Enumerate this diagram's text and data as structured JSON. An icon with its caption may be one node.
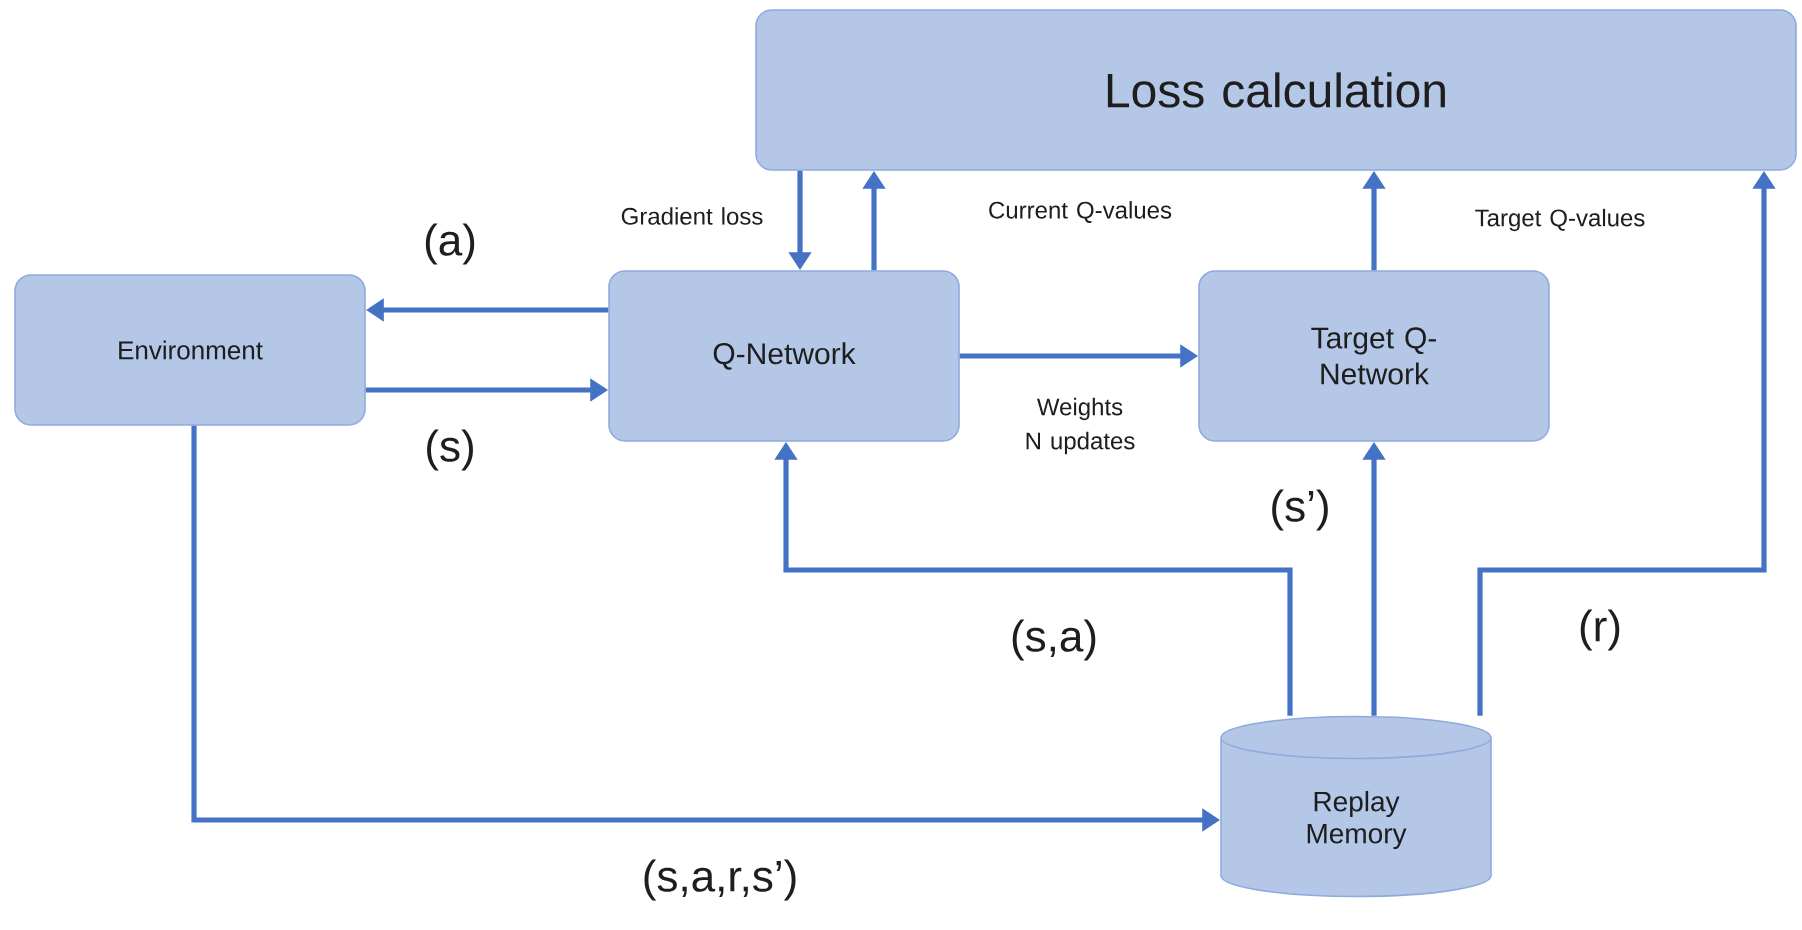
{
  "diagram": {
    "nodes": [
      {
        "text": [
          "Loss calculation"
        ]
      },
      {
        "text": [
          "Environment"
        ]
      },
      {
        "text": [
          "Q-Network"
        ]
      },
      {
        "text": [
          "Target Q-Network"
        ]
      },
      {
        "text": [
          "Replay Memory"
        ]
      }
    ],
    "edges": [
      {
        "from": 2,
        "to": 1,
        "arrow": "to",
        "label": "(a)"
      },
      {
        "from": 1,
        "to": 2,
        "arrow": "to",
        "label": "(s)"
      },
      {
        "from": 0,
        "to": 2,
        "arrow": "to",
        "label": "Gradient loss"
      },
      {
        "from": 2,
        "to": 0,
        "arrow": "to",
        "label": "Current Q-values"
      },
      {
        "from": 2,
        "to": 3,
        "arrow": "to",
        "label": "Weights N updates"
      },
      {
        "from": 3,
        "to": 0,
        "arrow": "to",
        "label": "Target Q-values"
      },
      {
        "from": 4,
        "to": 2,
        "arrow": "to",
        "label": "(s,a)"
      },
      {
        "from": 4,
        "to": 3,
        "arrow": "to",
        "label": "(s’)"
      },
      {
        "from": 4,
        "to": 0,
        "arrow": "to",
        "label": "(r)"
      },
      {
        "from": 1,
        "to": 4,
        "arrow": "to",
        "label": "(s,a,r,s’)"
      }
    ]
  }
}
